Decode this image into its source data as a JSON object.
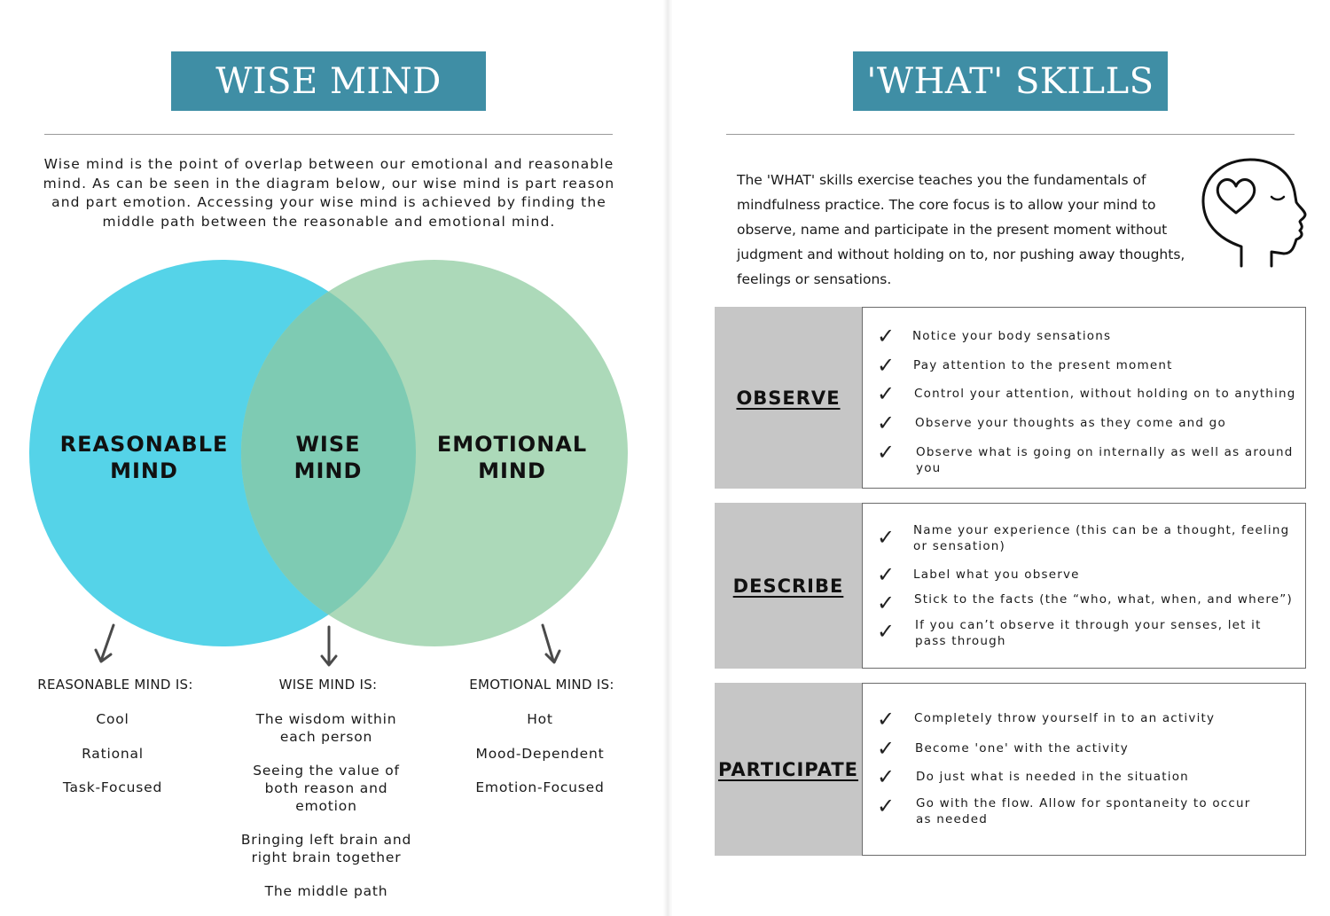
{
  "left": {
    "title": "WISE MIND",
    "intro": "Wise mind is the point of overlap between our emotional and reasonable mind. As can be seen in the diagram below, our wise mind is part reason and part emotion. Accessing your wise mind is achieved by finding the middle path between the reasonable and emotional mind.",
    "venn": {
      "reasonable_line1": "REASONABLE",
      "reasonable_line2": "MIND",
      "wise_line1": "WISE",
      "wise_line2": "MIND",
      "emotional_line1": "EMOTIONAL",
      "emotional_line2": "MIND",
      "colors": {
        "reasonable": "#55d3e8",
        "emotional": "#acd9b9",
        "overlap": "#7ecbb3"
      }
    },
    "columns": {
      "reasonable": {
        "heading": "REASONABLE MIND IS:",
        "items": [
          "Cool",
          "Rational",
          "Task-Focused"
        ]
      },
      "wise": {
        "heading": "WISE MIND IS:",
        "items": [
          "The wisdom within each person",
          "Seeing the value of both reason and emotion",
          "Bringing left brain and right brain together",
          "The middle path"
        ]
      },
      "emotional": {
        "heading": "EMOTIONAL MIND IS:",
        "items": [
          "Hot",
          "Mood-Dependent",
          "Emotion-Focused"
        ]
      }
    }
  },
  "right": {
    "title": "'WHAT' SKILLS",
    "intro": "The 'WHAT' skills exercise teaches you the fundamentals of mindfulness practice. The core focus is to allow your mind to observe, name and participate in the present moment without judgment and without holding on to, nor pushing away thoughts, feelings or sensations.",
    "icon": "head-with-heart-icon",
    "check_glyph": "✓",
    "skills": {
      "observe": {
        "label": "OBSERVE",
        "items": [
          "Notice your body sensations",
          "Pay attention to the present moment",
          "Control your attention, without holding on to anything",
          "Observe your thoughts as they come and go",
          "Observe what is going on internally as well as around you"
        ]
      },
      "describe": {
        "label": "DESCRIBE",
        "items": [
          "Name your experience (this can be a thought, feeling or sensation)",
          "Label what you observe",
          "Stick to the facts (the “who, what, when, and where”)",
          "If you can’t observe it through your senses, let it pass through"
        ]
      },
      "participate": {
        "label": "PARTICIPATE",
        "items": [
          "Completely throw yourself in to an activity",
          "Become 'one' with the activity",
          "Do just what is needed in the situation",
          "Go with the flow. Allow for spontaneity to occur as needed"
        ]
      }
    },
    "colors": {
      "banner": "#3f8ea5",
      "label_box": "#c6c6c6"
    }
  }
}
